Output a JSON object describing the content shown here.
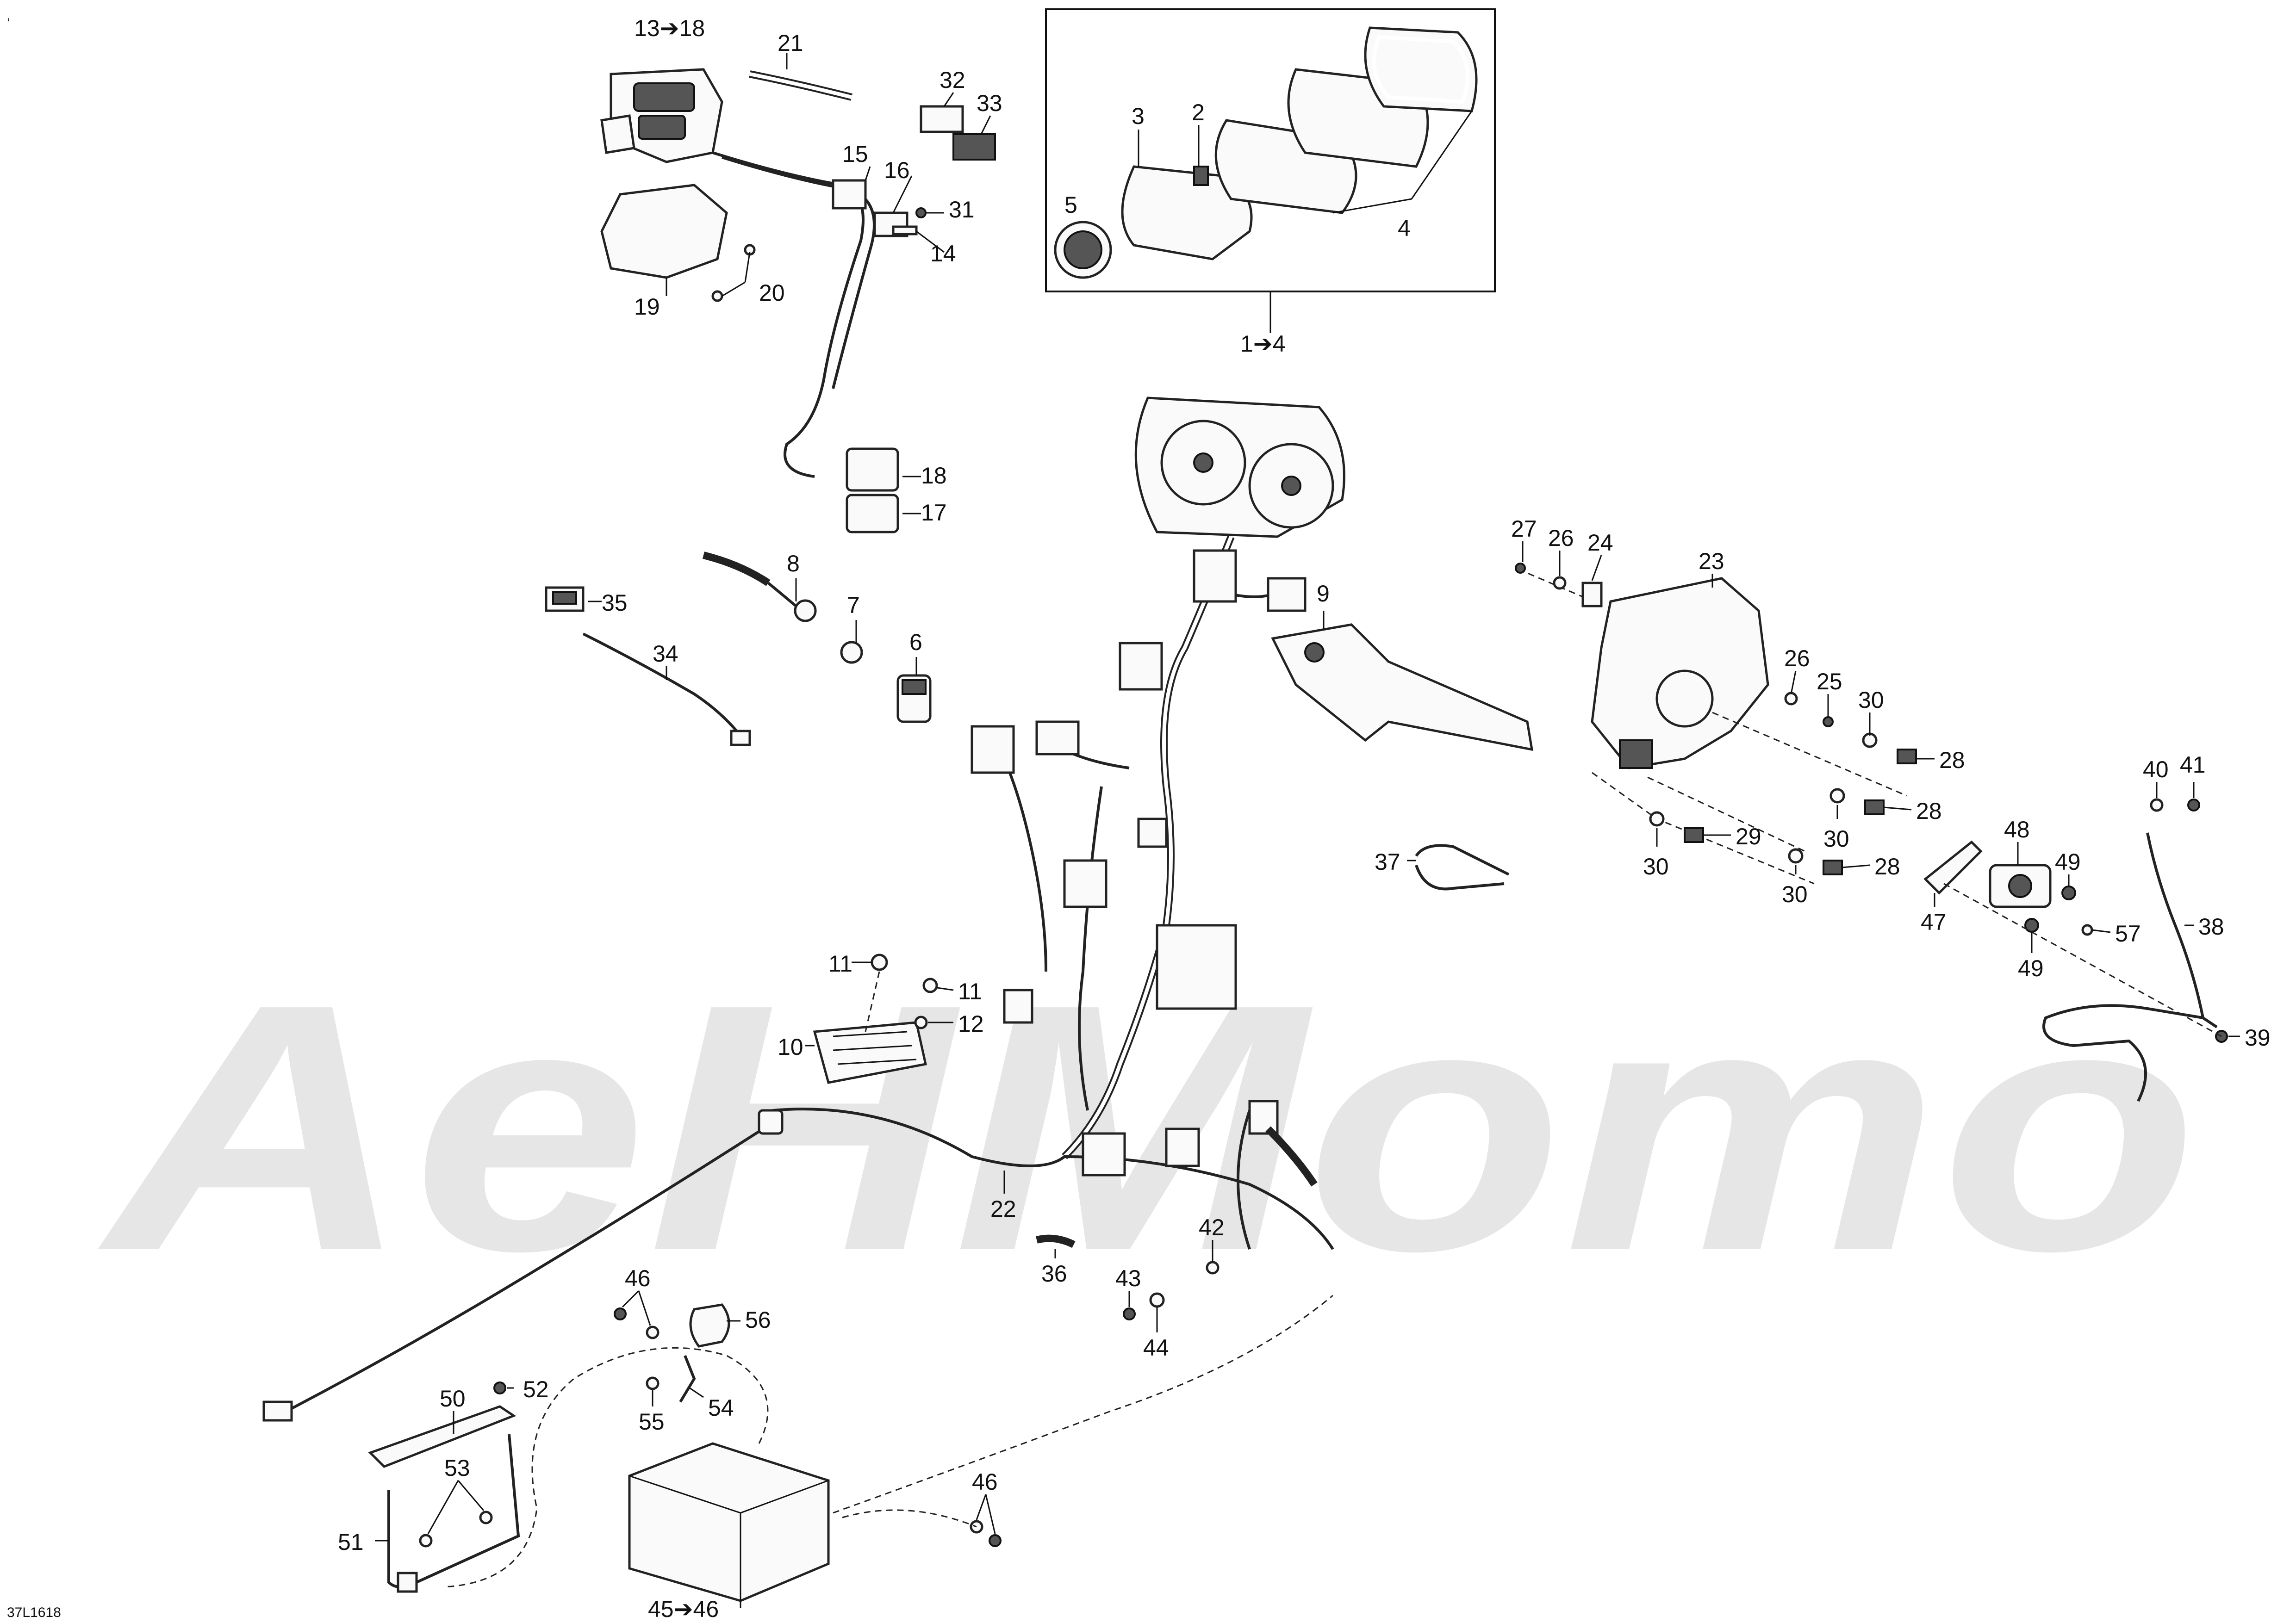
{
  "watermark": {
    "text": "AeHMomo"
  },
  "corner_mark": "’",
  "drawing_number": "37L1618",
  "callouts": {
    "c13_18": "13➔18",
    "c21": "21",
    "c32": "32",
    "c33": "33",
    "c15": "15",
    "c16": "16",
    "c31": "31",
    "c14": "14",
    "c19": "19",
    "c20": "20",
    "c3": "3",
    "c2": "2",
    "c5": "5",
    "c4": "4",
    "c1_4": "1➔4",
    "c18": "18",
    "c17": "17",
    "c8": "8",
    "c35": "35",
    "c7": "7",
    "c6": "6",
    "c34": "34",
    "c9": "9",
    "c27": "27",
    "c26a": "26",
    "c24": "24",
    "c23": "23",
    "c26b": "26",
    "c25": "25",
    "c30a": "30",
    "c28a": "28",
    "c28b": "28",
    "c30b": "30",
    "c30c": "30",
    "c29": "29",
    "c30d": "30",
    "c28c": "28",
    "c40": "40",
    "c41": "41",
    "c48": "48",
    "c49a": "49",
    "c47": "47",
    "c57": "57",
    "c38": "38",
    "c49b": "49",
    "c39": "39",
    "c37": "37",
    "c11a": "11",
    "c11b": "11",
    "c12": "12",
    "c10": "10",
    "c22": "22",
    "c42": "42",
    "c36": "36",
    "c43": "43",
    "c44": "44",
    "c46a": "46",
    "c56": "56",
    "c50": "50",
    "c52": "52",
    "c54": "54",
    "c55": "55",
    "c53": "53",
    "c51": "51",
    "c46b": "46",
    "c45_46": "45➔46"
  }
}
